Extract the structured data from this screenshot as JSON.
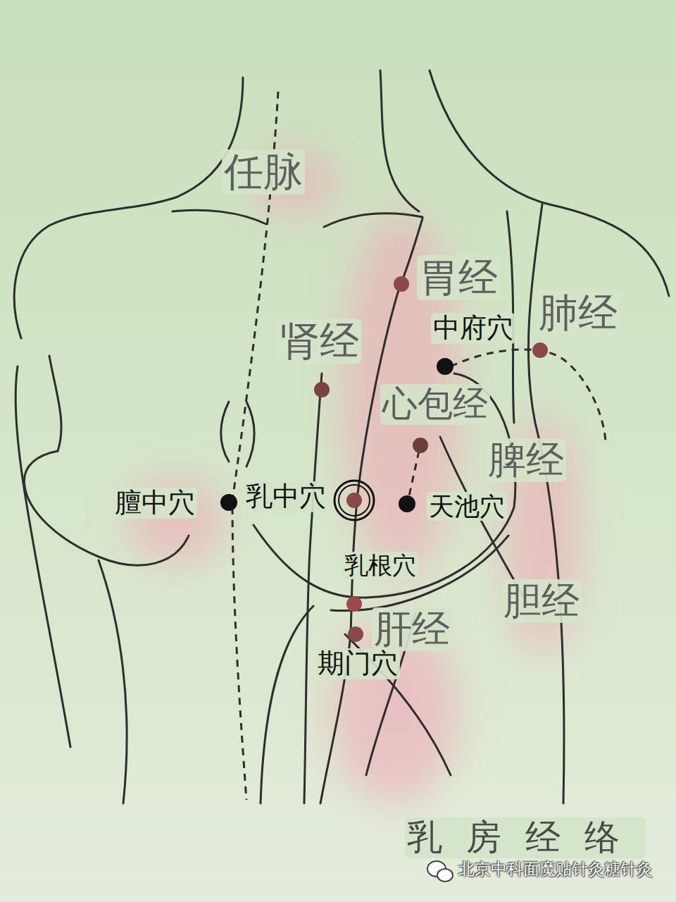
{
  "diagram": {
    "caption": "乳房经络",
    "labels": [
      "任脉",
      "胃经",
      "肾经",
      "中府穴",
      "肺经",
      "心包经",
      "脾经",
      "膻中穴",
      "乳中穴",
      "天池穴",
      "乳根穴",
      "胆经",
      "肝经",
      "期门穴",
      "北京中科面魔贴针灸糖针灸"
    ]
  }
}
